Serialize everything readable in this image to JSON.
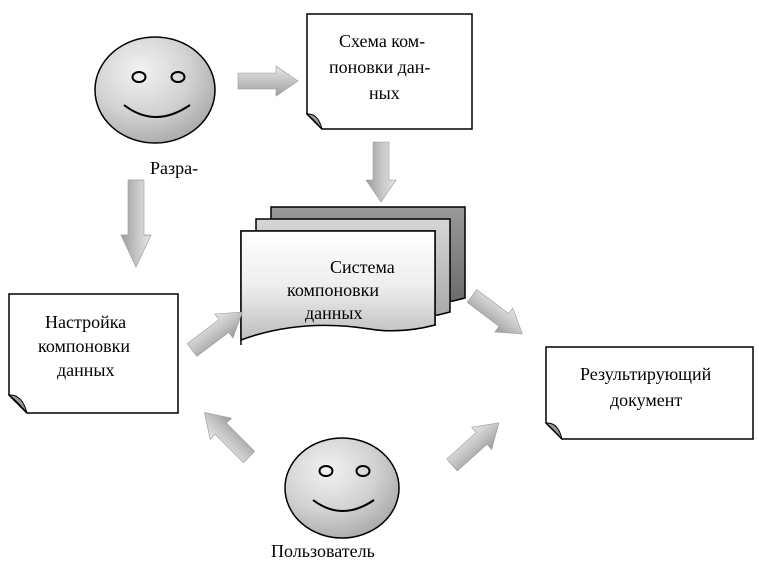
{
  "nodes": {
    "schema": [
      "Схема ком-",
      "поновки дан-",
      "ных"
    ],
    "developer_label": "Разра-",
    "system": [
      "Система",
      "компоновки",
      "данных"
    ],
    "settings": [
      "Настройка",
      "компоновки",
      "данных"
    ],
    "result": [
      "Результирующий",
      "документ"
    ],
    "user_label": "Пользователь"
  },
  "colors": {
    "arrow_light": "#e6e6e6",
    "arrow_dark": "#9c9c9c",
    "face_light": "#f2f2f2",
    "face_dark": "#a6a6a6",
    "sheet_back": "#8c8c8c"
  }
}
